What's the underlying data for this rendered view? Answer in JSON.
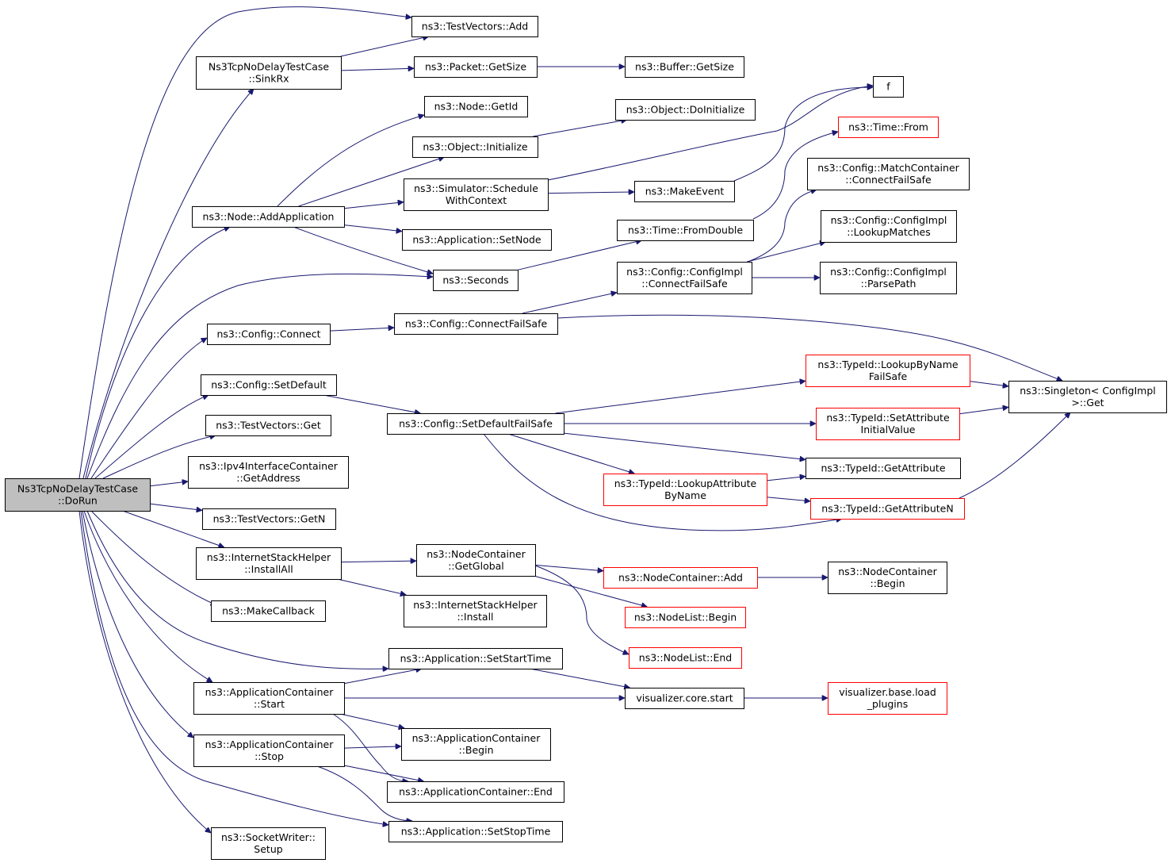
{
  "colors": {
    "edge": "#191970",
    "node_border": "#000000",
    "node_border_truncated": "#ff0000",
    "root_fill": "#bfbfbf",
    "node_fill": "#ffffff"
  },
  "nodes": {
    "dorun": {
      "lines": [
        "Ns3TcpNoDelayTestCase",
        "::DoRun"
      ],
      "style": "root"
    },
    "tv_add": {
      "lines": [
        "ns3::TestVectors::Add"
      ]
    },
    "sinkrx": {
      "lines": [
        "Ns3TcpNoDelayTestCase",
        "::SinkRx"
      ]
    },
    "pkt_getsize": {
      "lines": [
        "ns3::Packet::GetSize"
      ]
    },
    "buf_getsize": {
      "lines": [
        "ns3::Buffer::GetSize"
      ]
    },
    "f": {
      "lines": [
        "f"
      ]
    },
    "node_getid": {
      "lines": [
        "ns3::Node::GetId"
      ]
    },
    "obj_doinit": {
      "lines": [
        "ns3::Object::DoInitialize"
      ]
    },
    "time_from": {
      "lines": [
        "ns3::Time::From"
      ],
      "style": "truncated"
    },
    "obj_init": {
      "lines": [
        "ns3::Object::Initialize"
      ]
    },
    "sched": {
      "lines": [
        "ns3::Simulator::Schedule",
        "WithContext"
      ]
    },
    "makeevent": {
      "lines": [
        "ns3::MakeEvent"
      ]
    },
    "mc_cfs": {
      "lines": [
        "ns3::Config::MatchContainer",
        "::ConnectFailSafe"
      ]
    },
    "addapp": {
      "lines": [
        "ns3::Node::AddApplication"
      ]
    },
    "app_setnode": {
      "lines": [
        "ns3::Application::SetNode"
      ]
    },
    "fromdouble": {
      "lines": [
        "ns3::Time::FromDouble"
      ]
    },
    "ci_lookup": {
      "lines": [
        "ns3::Config::ConfigImpl",
        "::LookupMatches"
      ]
    },
    "seconds": {
      "lines": [
        "ns3::Seconds"
      ]
    },
    "ci_cfs": {
      "lines": [
        "ns3::Config::ConfigImpl",
        "::ConnectFailSafe"
      ]
    },
    "ci_parse": {
      "lines": [
        "ns3::Config::ConfigImpl",
        "::ParsePath"
      ]
    },
    "cfg_connect": {
      "lines": [
        "ns3::Config::Connect"
      ]
    },
    "cfg_cfs": {
      "lines": [
        "ns3::Config::ConnectFailSafe"
      ]
    },
    "cfg_setdefault": {
      "lines": [
        "ns3::Config::SetDefault"
      ]
    },
    "tid_lbnfs": {
      "lines": [
        "ns3::TypeId::LookupByName",
        "FailSafe"
      ],
      "style": "truncated"
    },
    "singleton": {
      "lines": [
        "ns3::Singleton< ConfigImpl",
        ">::Get"
      ]
    },
    "tv_get": {
      "lines": [
        "ns3::TestVectors::Get"
      ]
    },
    "cfg_sdfs": {
      "lines": [
        "ns3::Config::SetDefaultFailSafe"
      ]
    },
    "tid_setattr": {
      "lines": [
        "ns3::TypeId::SetAttribute",
        "InitialValue"
      ],
      "style": "truncated"
    },
    "ipv4_getaddr": {
      "lines": [
        "ns3::Ipv4InterfaceContainer",
        "::GetAddress"
      ]
    },
    "tid_getattr": {
      "lines": [
        "ns3::TypeId::GetAttribute"
      ]
    },
    "tid_lookupattr": {
      "lines": [
        "ns3::TypeId::LookupAttribute",
        "ByName"
      ],
      "style": "truncated"
    },
    "tv_getn": {
      "lines": [
        "ns3::TestVectors::GetN"
      ]
    },
    "tid_getattrn": {
      "lines": [
        "ns3::TypeId::GetAttributeN"
      ],
      "style": "truncated"
    },
    "ish_installall": {
      "lines": [
        "ns3::InternetStackHelper",
        "::InstallAll"
      ]
    },
    "nc_getglobal": {
      "lines": [
        "ns3::NodeContainer",
        "::GetGlobal"
      ]
    },
    "nc_add": {
      "lines": [
        "ns3::NodeContainer::Add"
      ],
      "style": "truncated"
    },
    "nc_begin": {
      "lines": [
        "ns3::NodeContainer",
        "::Begin"
      ]
    },
    "makecallback": {
      "lines": [
        "ns3::MakeCallback"
      ]
    },
    "ish_install": {
      "lines": [
        "ns3::InternetStackHelper",
        "::Install"
      ]
    },
    "nl_begin": {
      "lines": [
        "ns3::NodeList::Begin"
      ],
      "style": "truncated"
    },
    "nl_end": {
      "lines": [
        "ns3::NodeList::End"
      ],
      "style": "truncated"
    },
    "app_setstart": {
      "lines": [
        "ns3::Application::SetStartTime"
      ]
    },
    "ac_start": {
      "lines": [
        "ns3::ApplicationContainer",
        "::Start"
      ]
    },
    "viz_start": {
      "lines": [
        "visualizer.core.start"
      ]
    },
    "viz_load": {
      "lines": [
        "visualizer.base.load",
        "_plugins"
      ],
      "style": "truncated"
    },
    "ac_begin": {
      "lines": [
        "ns3::ApplicationContainer",
        "::Begin"
      ]
    },
    "ac_stop": {
      "lines": [
        "ns3::ApplicationContainer",
        "::Stop"
      ]
    },
    "ac_end": {
      "lines": [
        "ns3::ApplicationContainer::End"
      ]
    },
    "app_setstop": {
      "lines": [
        "ns3::Application::SetStopTime"
      ]
    },
    "sw_setup": {
      "lines": [
        "ns3::SocketWriter::",
        "Setup"
      ]
    }
  },
  "edges": [
    [
      "dorun",
      "tv_add"
    ],
    [
      "dorun",
      "sinkrx"
    ],
    [
      "dorun",
      "addapp"
    ],
    [
      "dorun",
      "seconds"
    ],
    [
      "dorun",
      "cfg_connect"
    ],
    [
      "dorun",
      "cfg_setdefault"
    ],
    [
      "dorun",
      "tv_get"
    ],
    [
      "dorun",
      "ipv4_getaddr"
    ],
    [
      "dorun",
      "tv_getn"
    ],
    [
      "dorun",
      "ish_installall"
    ],
    [
      "dorun",
      "makecallback"
    ],
    [
      "dorun",
      "app_setstart"
    ],
    [
      "dorun",
      "ac_start"
    ],
    [
      "dorun",
      "ac_stop"
    ],
    [
      "dorun",
      "app_setstop"
    ],
    [
      "dorun",
      "sw_setup"
    ],
    [
      "sinkrx",
      "tv_add"
    ],
    [
      "sinkrx",
      "pkt_getsize"
    ],
    [
      "pkt_getsize",
      "buf_getsize"
    ],
    [
      "addapp",
      "node_getid"
    ],
    [
      "addapp",
      "obj_init"
    ],
    [
      "addapp",
      "sched"
    ],
    [
      "addapp",
      "app_setnode"
    ],
    [
      "addapp",
      "seconds"
    ],
    [
      "obj_init",
      "obj_doinit"
    ],
    [
      "sched",
      "f"
    ],
    [
      "sched",
      "makeevent"
    ],
    [
      "makeevent",
      "f"
    ],
    [
      "seconds",
      "fromdouble"
    ],
    [
      "fromdouble",
      "time_from"
    ],
    [
      "cfg_connect",
      "cfg_cfs"
    ],
    [
      "cfg_cfs",
      "ci_cfs"
    ],
    [
      "cfg_cfs",
      "singleton"
    ],
    [
      "ci_cfs",
      "mc_cfs"
    ],
    [
      "ci_cfs",
      "ci_lookup"
    ],
    [
      "ci_cfs",
      "ci_parse"
    ],
    [
      "cfg_setdefault",
      "cfg_sdfs"
    ],
    [
      "cfg_sdfs",
      "tid_lbnfs"
    ],
    [
      "cfg_sdfs",
      "tid_setattr"
    ],
    [
      "cfg_sdfs",
      "tid_getattr"
    ],
    [
      "cfg_sdfs",
      "tid_lookupattr"
    ],
    [
      "cfg_sdfs",
      "tid_getattrn"
    ],
    [
      "tid_lbnfs",
      "singleton"
    ],
    [
      "tid_setattr",
      "singleton"
    ],
    [
      "tid_getattrn",
      "singleton"
    ],
    [
      "tid_lookupattr",
      "tid_getattr"
    ],
    [
      "tid_lookupattr",
      "tid_getattrn"
    ],
    [
      "ish_installall",
      "nc_getglobal"
    ],
    [
      "ish_installall",
      "ish_install"
    ],
    [
      "nc_getglobal",
      "nc_add"
    ],
    [
      "nc_getglobal",
      "nl_begin"
    ],
    [
      "nc_getglobal",
      "nl_end"
    ],
    [
      "nc_add",
      "nc_begin"
    ],
    [
      "app_setstart",
      "viz_start"
    ],
    [
      "ac_start",
      "app_setstart"
    ],
    [
      "ac_start",
      "viz_start"
    ],
    [
      "ac_start",
      "ac_begin"
    ],
    [
      "ac_start",
      "ac_end"
    ],
    [
      "viz_start",
      "viz_load"
    ],
    [
      "ac_stop",
      "ac_begin"
    ],
    [
      "ac_stop",
      "ac_end"
    ],
    [
      "ac_stop",
      "app_setstop"
    ]
  ]
}
